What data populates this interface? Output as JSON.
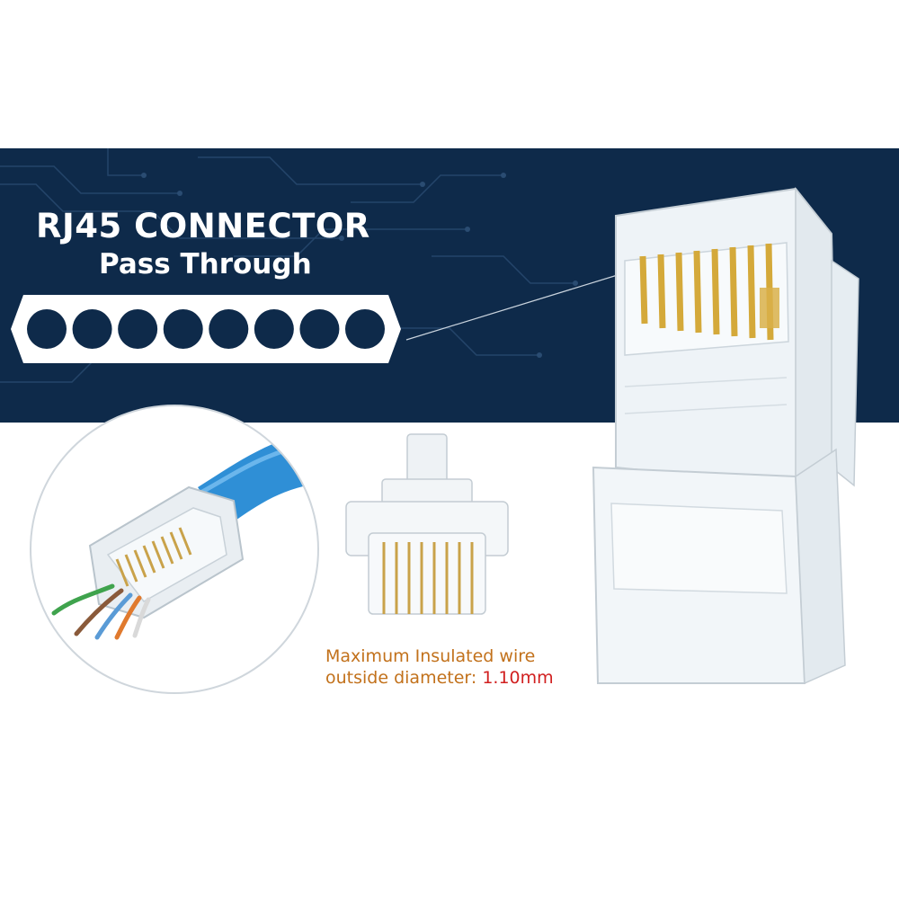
{
  "banner": {
    "title": "RJ45 CONNECTOR",
    "subtitle": "Pass Through",
    "background_color": "#0e2a4a",
    "hole_count": 8
  },
  "caption": {
    "line1": "Maximum Insulated wire",
    "line2_prefix": "outside diameter: ",
    "line2_value": "1.10mm",
    "text_color": "#c2711b",
    "value_color": "#d11f1f"
  },
  "icons": {
    "magnified_view": "crimped-cable-icon",
    "front_plug": "rj45-plug-front-icon",
    "side_plug": "rj45-plug-side-icon"
  }
}
